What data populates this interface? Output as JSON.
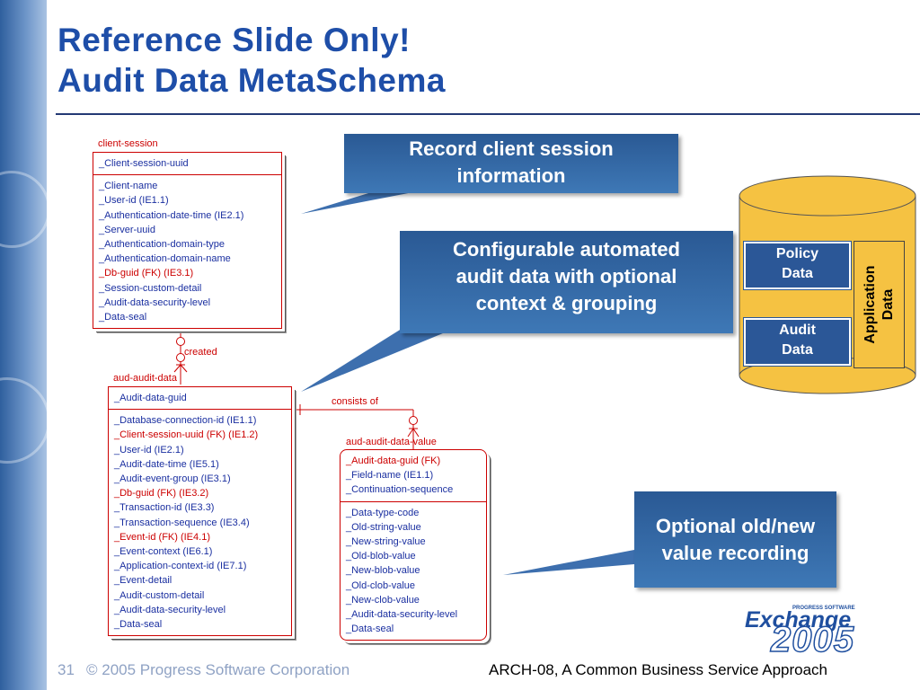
{
  "slide": {
    "title_line1": "Reference Slide Only!",
    "title_line2": "Audit Data MetaSchema",
    "footer_page": "31",
    "footer_copyright": "© 2005 Progress Software Corporation",
    "footer_session": "ARCH-08, A Common Business Service Approach"
  },
  "logo": {
    "small_text": "PROGRESS SOFTWARE",
    "name": "Exchange",
    "year": "2005"
  },
  "entities": {
    "client_session": {
      "name": "client-session",
      "key": "_Client-session-uuid",
      "attrs": [
        {
          "text": "_Client-name",
          "fk": false
        },
        {
          "text": "_User-id (IE1.1)",
          "fk": false
        },
        {
          "text": "_Authentication-date-time (IE2.1)",
          "fk": false
        },
        {
          "text": "_Server-uuid",
          "fk": false
        },
        {
          "text": "_Authentication-domain-type",
          "fk": false
        },
        {
          "text": "_Authentication-domain-name",
          "fk": false
        },
        {
          "text": "_Db-guid (FK) (IE3.1)",
          "fk": true
        },
        {
          "text": "_Session-custom-detail",
          "fk": false
        },
        {
          "text": "_Audit-data-security-level",
          "fk": false
        },
        {
          "text": "_Data-seal",
          "fk": false
        }
      ]
    },
    "aud_audit_data": {
      "name": "aud-audit-data",
      "key": "_Audit-data-guid",
      "attrs": [
        {
          "text": "_Database-connection-id (IE1.1)",
          "fk": false
        },
        {
          "text": "_Client-session-uuid (FK) (IE1.2)",
          "fk": true
        },
        {
          "text": "_User-id (IE2.1)",
          "fk": false
        },
        {
          "text": "_Audit-date-time (IE5.1)",
          "fk": false
        },
        {
          "text": "_Audit-event-group (IE3.1)",
          "fk": false
        },
        {
          "text": "_Db-guid (FK) (IE3.2)",
          "fk": true
        },
        {
          "text": "_Transaction-id (IE3.3)",
          "fk": false
        },
        {
          "text": "_Transaction-sequence (IE3.4)",
          "fk": false
        },
        {
          "text": "_Event-id (FK) (IE4.1)",
          "fk": true
        },
        {
          "text": "_Event-context (IE6.1)",
          "fk": false
        },
        {
          "text": "_Application-context-id (IE7.1)",
          "fk": false
        },
        {
          "text": "_Event-detail",
          "fk": false
        },
        {
          "text": "_Audit-custom-detail",
          "fk": false
        },
        {
          "text": "_Audit-data-security-level",
          "fk": false
        },
        {
          "text": "_Data-seal",
          "fk": false
        }
      ]
    },
    "aud_audit_data_value": {
      "name": "aud-audit-data-value",
      "keys": [
        {
          "text": "_Audit-data-guid (FK)",
          "fk": true
        },
        {
          "text": "_Field-name (IE1.1)",
          "fk": false
        },
        {
          "text": "_Continuation-sequence",
          "fk": false
        }
      ],
      "attrs": [
        {
          "text": "_Data-type-code",
          "fk": false
        },
        {
          "text": "_Old-string-value",
          "fk": false
        },
        {
          "text": "_New-string-value",
          "fk": false
        },
        {
          "text": "_Old-blob-value",
          "fk": false
        },
        {
          "text": "_New-blob-value",
          "fk": false
        },
        {
          "text": "_Old-clob-value",
          "fk": false
        },
        {
          "text": "_New-clob-value",
          "fk": false
        },
        {
          "text": "_Audit-data-security-level",
          "fk": false
        },
        {
          "text": "_Data-seal",
          "fk": false
        }
      ]
    }
  },
  "relationships": {
    "created": "created",
    "consists_of": "consists of"
  },
  "callouts": {
    "session": "Record client session information",
    "configurable": "Configurable automated audit data with optional context & grouping",
    "old_new": "Optional old/new value recording"
  },
  "database": {
    "policy": "Policy Data",
    "audit": "Audit Data",
    "application": "Application Data"
  },
  "colors": {
    "title": "#1e4ea8",
    "entity_border": "#cc0000",
    "attribute_text": "#1a2fa0",
    "callout": "#2f6aa8",
    "cylinder": "#f5c242"
  }
}
